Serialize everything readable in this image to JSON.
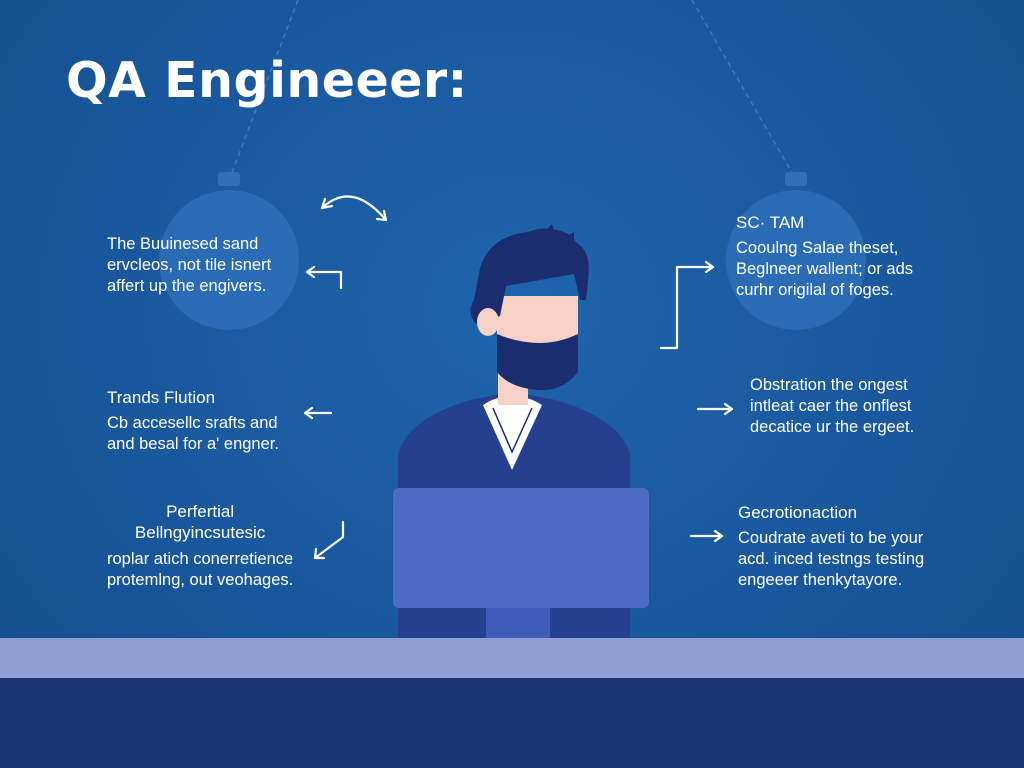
{
  "title": "QA Engineeer:",
  "colors": {
    "background": "#1a5aa0",
    "ornament": "#2d6fb8",
    "hair": "#1b2d6e",
    "skin": "#f6d2c6",
    "sweater": "#24408f",
    "laptop": "#4d6bc4",
    "floor": "#8f9fd4",
    "base": "#1b3575"
  },
  "blocks": [
    {
      "heading": "",
      "lines": [
        "The Buuinesed sand",
        "ervcleos, not tile isnert",
        "affert up the engivers."
      ]
    },
    {
      "heading": "Trands Flution",
      "lines": [
        "Cb accesellc srafts and",
        "and besal for a' engner."
      ]
    },
    {
      "heading_lines": [
        "Perfertial",
        "Bellngyincsutesic"
      ],
      "lines": [
        "roplar atich conerretience",
        "protemlng, out veohages."
      ]
    },
    {
      "heading": "SC· TAM",
      "lines": [
        "Cooulng Salae theset,",
        "Beglneer wallent; or ads",
        "curhr origilal of foges."
      ]
    },
    {
      "heading": "",
      "lines": [
        "Obstration the ongest",
        "intleat caer the onflest",
        "decatice ur the ergeet."
      ]
    },
    {
      "heading": "Gecrotionaction",
      "lines": [
        "Coudrate aveti to be your",
        "acd. inced testngs testing",
        "engeeer thenkytayore."
      ]
    }
  ]
}
